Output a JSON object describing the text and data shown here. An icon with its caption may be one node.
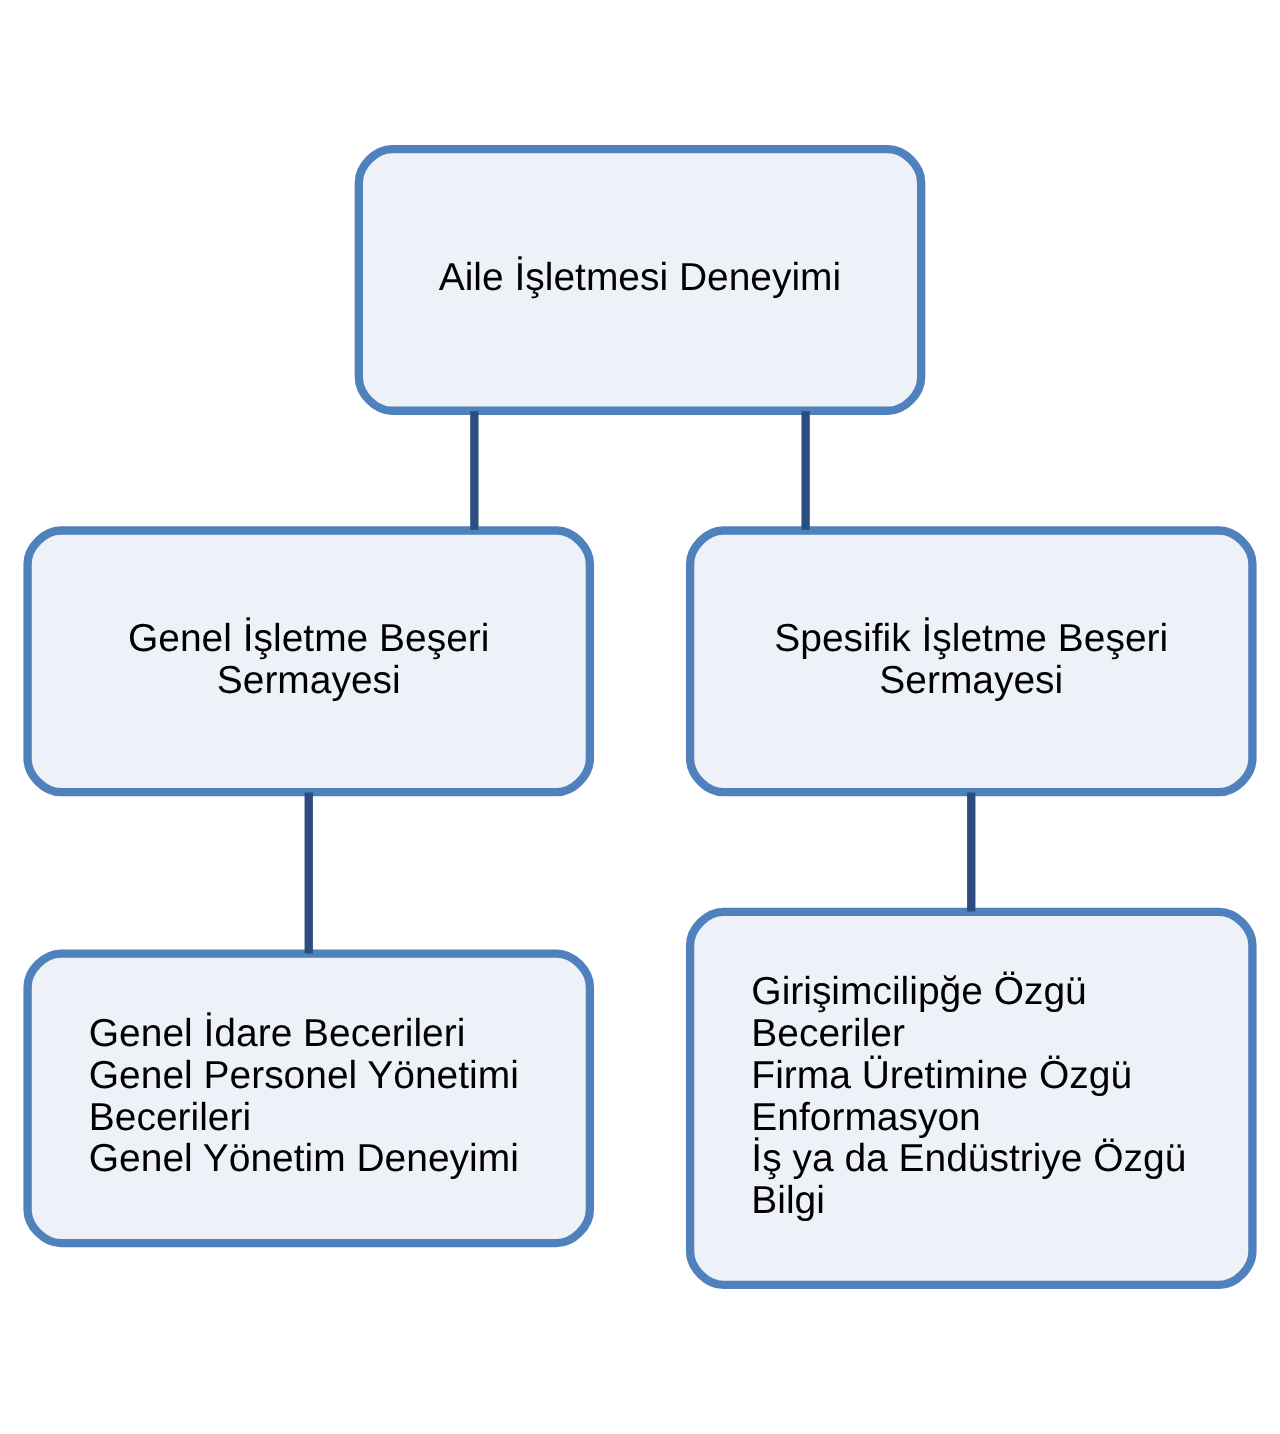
{
  "diagram": {
    "nodes": [
      {
        "text": [
          "Aile İşletmesi Deneyimi"
        ]
      },
      {
        "text": [
          "Genel İşletme Beşeri Sermayesi"
        ]
      },
      {
        "text": [
          "Spesifik İşletme Beşeri Sermayesi"
        ]
      },
      {
        "text": [
          "Genel İdare Becerileri",
          "Genel Personel Yönetimi Becerileri",
          "Genel Yönetim Deneyimi"
        ]
      },
      {
        "text": [
          "Girişimcilipğe Özgü Beceriler",
          "Firma Üretimine Özgü Enformasyon",
          "İş ya da Endüstriye Özgü Bilgi"
        ]
      }
    ],
    "edges": [
      {
        "from": 0,
        "to": 1,
        "arrow": "none"
      },
      {
        "from": 0,
        "to": 2,
        "arrow": "none"
      },
      {
        "from": 1,
        "to": 3,
        "arrow": "none"
      },
      {
        "from": 2,
        "to": 4,
        "arrow": "none"
      }
    ]
  }
}
